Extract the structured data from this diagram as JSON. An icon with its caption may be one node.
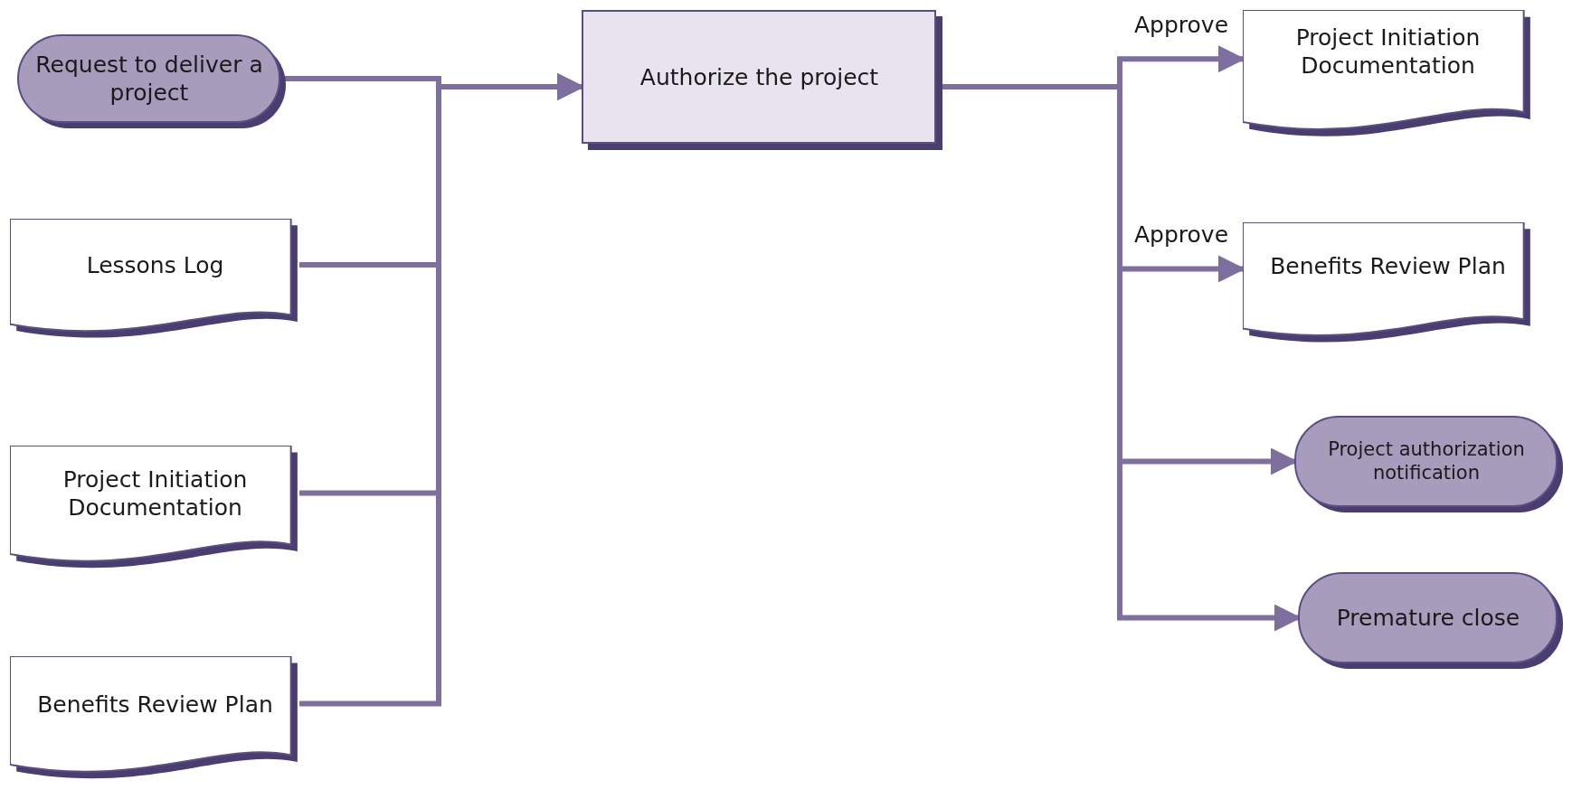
{
  "diagram": {
    "nodes": [
      {
        "text": [
          "Request to deliver a project"
        ]
      },
      {
        "text": [
          "Lessons Log"
        ]
      },
      {
        "text": [
          "Project Initiation Documentation"
        ]
      },
      {
        "text": [
          "Benefits Review Plan"
        ]
      },
      {
        "text": [
          "Authorize the project"
        ]
      },
      {
        "text": [
          "Project Initiation Documentation"
        ]
      },
      {
        "text": [
          "Benefits Review Plan"
        ]
      },
      {
        "text": [
          "Project authorization notification"
        ]
      },
      {
        "text": [
          "Premature close"
        ]
      }
    ],
    "edges": [
      {
        "from": 0,
        "to": 4,
        "arrow": "to"
      },
      {
        "from": 1,
        "to": 4,
        "arrow": "to"
      },
      {
        "from": 2,
        "to": 4,
        "arrow": "to"
      },
      {
        "from": 3,
        "to": 4,
        "arrow": "to"
      },
      {
        "from": 4,
        "to": 5,
        "arrow": "to",
        "label": "Approve"
      },
      {
        "from": 4,
        "to": 6,
        "arrow": "to",
        "label": "Approve"
      },
      {
        "from": 4,
        "to": 7,
        "arrow": "to"
      },
      {
        "from": 4,
        "to": 8,
        "arrow": "to"
      }
    ]
  }
}
